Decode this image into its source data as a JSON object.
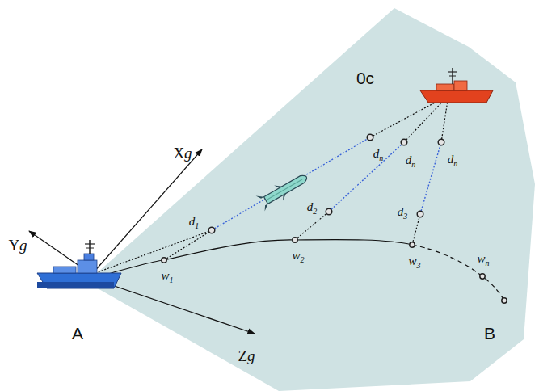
{
  "diagram": {
    "labels": [
      "Xg",
      "Yg",
      "Zg",
      "A",
      "0c",
      "B",
      "w1",
      "w2",
      "w3",
      "wn",
      "d1",
      "d2",
      "d3",
      "dn",
      "dn",
      "dn"
    ]
  }
}
